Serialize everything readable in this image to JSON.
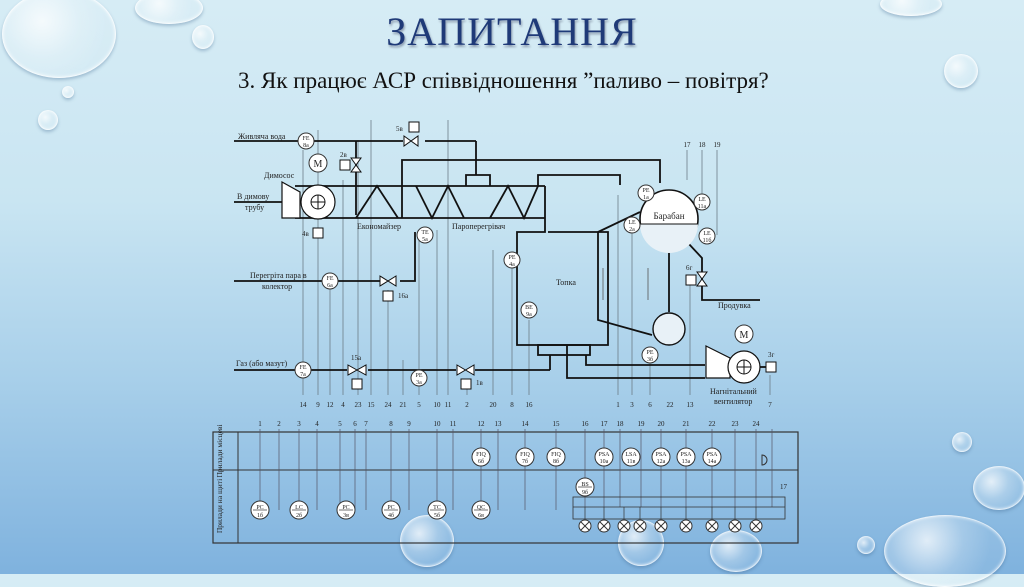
{
  "slide": {
    "title": "ЗАПИТАННЯ",
    "question": "3. Як працює АСР співвідношення ”паливо – повітря?"
  },
  "diagram": {
    "labels": {
      "feed_water": "Живляча вода",
      "smoke_exhauster": "Димосос",
      "to_chimney_1": "В димову",
      "to_chimney_2": "трубу",
      "economizer": "Економайзер",
      "superheater": "Пароперегрівач",
      "furnace": "Топка",
      "drum": "Барабан",
      "superheated_steam_1": "Перегріта пара в",
      "superheated_steam_2": "колектор",
      "gas": "Газ (або мазут)",
      "blowdown": "Продувка",
      "fan_1": "Нагнітальний",
      "fan_2": "вентилятор",
      "motor": "М"
    },
    "field_instruments": [
      {
        "code": "FE",
        "pos": "8а"
      },
      {
        "code": "TE",
        "pos": "5а"
      },
      {
        "code": "FE",
        "pos": "6а"
      },
      {
        "code": "FE",
        "pos": "7а"
      },
      {
        "code": "PE",
        "pos": "3а"
      },
      {
        "code": "PE",
        "pos": "4а"
      },
      {
        "code": "BE",
        "pos": "9а"
      },
      {
        "code": "PE",
        "pos": "1а"
      },
      {
        "code": "LE",
        "pos": "2а"
      },
      {
        "code": "LE",
        "pos": "11а"
      },
      {
        "code": "LE",
        "pos": "11б"
      },
      {
        "code": "PE",
        "pos": "3б"
      }
    ],
    "actuators": [
      "5в",
      "2в",
      "4в",
      "16а",
      "15а",
      "1в",
      "6г",
      "3г"
    ],
    "line_numbers_bottom": [
      "14",
      "9",
      "12",
      "4",
      "23",
      "15",
      "24",
      "21",
      "5",
      "10",
      "11",
      "2",
      "20",
      "8",
      "16",
      "1",
      "3",
      "6",
      "22",
      "13",
      "7"
    ],
    "line_numbers_drum": [
      "17",
      "18",
      "19"
    ],
    "panel": {
      "row_local": "Прилади місцеві",
      "row_board": "Прилади на щиті",
      "column_numbers": [
        "1",
        "2",
        "3",
        "4",
        "5",
        "6",
        "7",
        "8",
        "9",
        "10",
        "11",
        "12",
        "13",
        "14",
        "15",
        "16",
        "17",
        "18",
        "19",
        "20",
        "21",
        "22",
        "23",
        "24"
      ],
      "local_devices": [
        {
          "code": "FIQ",
          "pos": "6б"
        },
        {
          "code": "FIQ",
          "pos": "7б"
        },
        {
          "code": "FIQ",
          "pos": "8б"
        },
        {
          "code": "PSA",
          "pos": "10а"
        },
        {
          "code": "LSA",
          "pos": "11в"
        },
        {
          "code": "PSA",
          "pos": "12а"
        },
        {
          "code": "PSA",
          "pos": "13а"
        },
        {
          "code": "PSA",
          "pos": "14а"
        }
      ],
      "board_devices": [
        {
          "code": "PC",
          "pos": "1б"
        },
        {
          "code": "LC",
          "pos": "2б"
        },
        {
          "code": "PC",
          "pos": "3в"
        },
        {
          "code": "PC",
          "pos": "4б"
        },
        {
          "code": "TC",
          "pos": "5б"
        },
        {
          "code": "QC",
          "pos": "6в"
        },
        {
          "code": "BS",
          "pos": "9б"
        }
      ],
      "bus_label": "17"
    }
  }
}
